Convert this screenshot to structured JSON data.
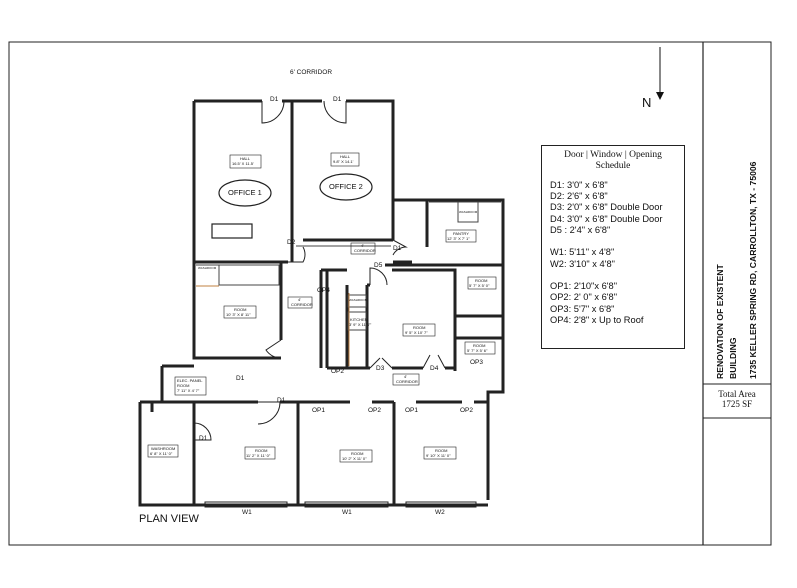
{
  "corridor_top": "6' CORRIDOR",
  "north_label": "N",
  "plan_view": "PLAN VIEW",
  "rooms": {
    "hall1": {
      "name": "HALL",
      "size": "16.5' X 11.5'"
    },
    "hall2": {
      "name": "HALL",
      "size": "9.8\" X 14.1'"
    },
    "office1": "OFFICE 1",
    "office2": "OFFICE 2",
    "pantry": {
      "name": "PANTRY",
      "size": "12' 3\" X 7' 1\""
    },
    "room_r1": {
      "name": "ROOM",
      "size": "5' 7\" X 5' 0\""
    },
    "room_left": {
      "name": "ROOM",
      "size": "10' 3\" X 8' 11\""
    },
    "room_center": {
      "name": "ROOM",
      "size": "9' 5\" X 10' 7\""
    },
    "room_r2": {
      "name": "ROOM",
      "size": "5' 7\" X 5' 6\""
    },
    "kitchen": {
      "name": "KITCHEN",
      "size": "3' 9\" X 11' 7\""
    },
    "corridor4_upper": {
      "name": "4'",
      "sub": "CORRIDOR"
    },
    "corridor4_left": {
      "name": "4'",
      "sub": "CORRIDOR"
    },
    "corridor4_lower": {
      "name": "4'",
      "sub": "CORRIDOR"
    },
    "elec": {
      "line1": "ELEC. PANEL",
      "line2": "ROOM",
      "line3": "7' 11\" X 4' 7\""
    },
    "washroom": {
      "name": "WASHROOM",
      "size": "6' 8\" X 11' 0\""
    },
    "room_b1": {
      "name": "ROOM",
      "size": "11' 2\" X 11' 0\""
    },
    "room_b2": {
      "name": "ROOM",
      "size": "10' 2\" X 11' 0\""
    },
    "room_b3": {
      "name": "ROOM",
      "size": "9' 10\" X 11' 0\""
    },
    "washroom_tag1": "WASHROOM",
    "washroom_tag2": "WASHROOM",
    "washroom_tag3": "WASHROOM"
  },
  "door_labels": {
    "d1a": "D1",
    "d1b": "D1",
    "d2": "D2",
    "d5": "D5",
    "d1c": "D1",
    "d1d": "D1",
    "d1e": "D1",
    "d1f": "D1",
    "d3": "D3",
    "d4": "D4"
  },
  "opening_labels": {
    "op4": "OP4",
    "op2a": "OP2",
    "op3": "OP3",
    "op1a": "OP1",
    "op2b": "OP2",
    "op1b": "OP1",
    "op2c": "OP2"
  },
  "window_labels": {
    "w1a": "W1",
    "w1b": "W1",
    "w2": "W2"
  },
  "schedule": {
    "title_line1": "Door | Window | Opening",
    "title_line2": "Schedule",
    "doors": [
      "D1: 3'0\" x 6'8\"",
      "D2: 2'6\" x 6'8\"",
      "D3: 2'0\" x 6'8\" Double Door",
      "D4: 3'0\" x 6'8\" Double Door",
      "D5 : 2'4\" x 6'8\""
    ],
    "windows": [
      "W1: 5'11\" x 4'8\"",
      "W2: 3'10\" x 4'8\""
    ],
    "openings": [
      "OP1: 2'10\"x 6'8\"",
      "OP2: 2' 0\"  x  6'8\"",
      "OP3: 5'7\" x 6'8\"",
      "OP4: 2'8\" x Up to Roof"
    ]
  },
  "title_block": {
    "line1": "RENOVATION OF EXISTENT",
    "line2": "BUILDING",
    "address": "1735 KELLER SPRING RD, CARROLLTON, TX - 75006",
    "area_label": "Total Area",
    "area_value": "1725 SF"
  }
}
